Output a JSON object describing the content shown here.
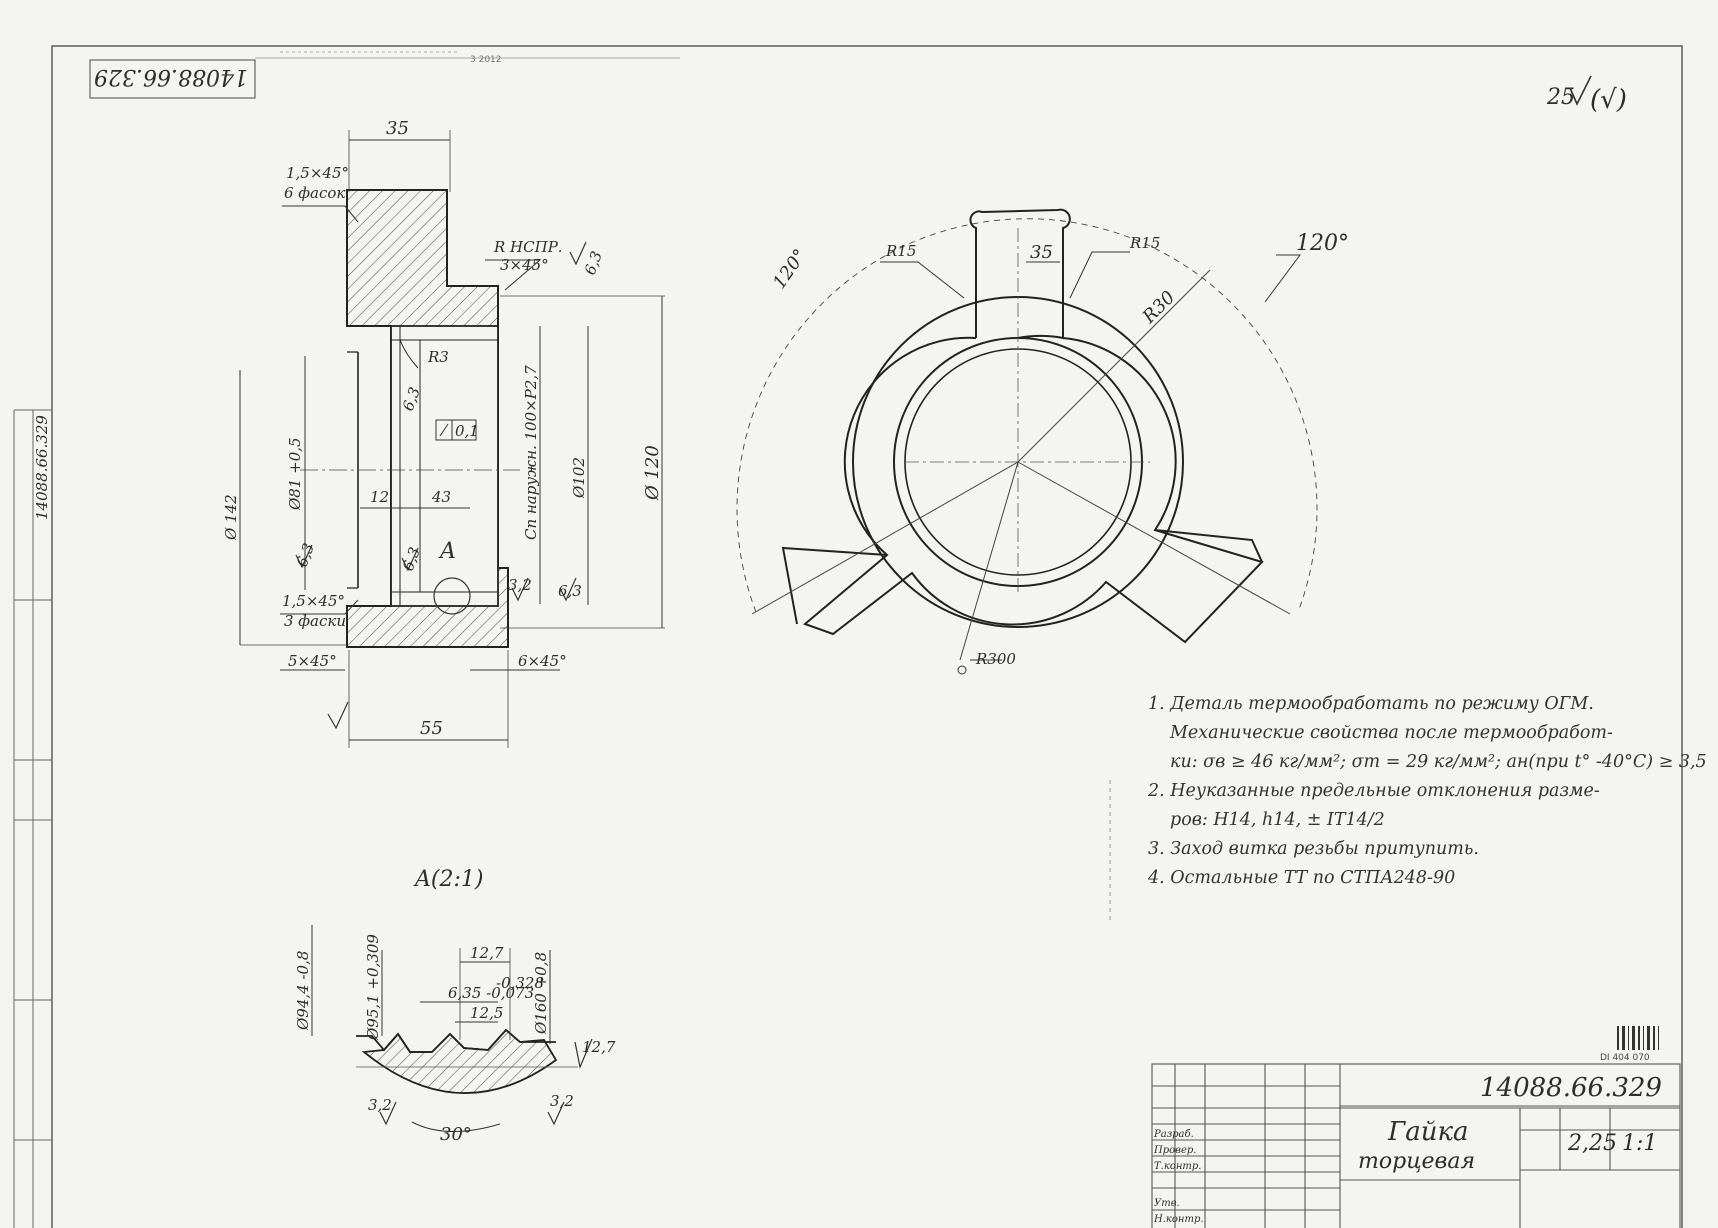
{
  "drawing_number": "14088.66.329",
  "roughness_general": "25",
  "roughness_general_mark": "(√)",
  "section_view": {
    "dims": {
      "len_35": "35",
      "chamfer_top": "1,5×45°",
      "chamfer_top_sub": "6 фасок",
      "relief": "R НСПР.",
      "relief_chamfer": "3×45°",
      "rough_63_a": "6,3",
      "r3": "R3",
      "rough_63_b": "6,3",
      "flatness": "0,1",
      "dia_81": "Ø81 +0,5",
      "dia_142": "Ø 142",
      "dia_thread": "Сп наружн. 100×Р2,7",
      "dia_102": "Ø102",
      "dia_120": "Ø 120",
      "len_12": "12",
      "len_43": "43",
      "detail_mark": "A",
      "rough_63_c": "6,3",
      "rough_63_d": "6,3",
      "rough_32": "3,2",
      "rough_63_e": "6,3",
      "chamfer_bot": "1,5×45°",
      "chamfer_bot_sub": "3 фаски",
      "chamfer_5": "5×45°",
      "chamfer_6": "6×45°",
      "len_55": "55"
    }
  },
  "end_view": {
    "dims": {
      "angle_left": "120°",
      "angle_right": "120°",
      "r15_left": "R15",
      "r15_right": "R15",
      "lug_35": "35",
      "r30": "R30",
      "r300": "R300"
    }
  },
  "detail_view": {
    "title": "A(2:1)",
    "dims": {
      "d_major": "Ø94,4 -0,8",
      "d_pitch": "Ø95,1 +0,309",
      "pitch": "12,7",
      "tooth": "6,35 -0,073",
      "tooth_sub": "-0,328",
      "gap": "12,5",
      "d_outer": "Ø160 +0,8",
      "rough_top": "12,7",
      "rough_left": "3,2",
      "rough_right": "3,2",
      "angle": "30°"
    }
  },
  "notes": [
    "1. Деталь термообработать по режиму ОГМ.",
    "Механические свойства после термообработ-",
    "ки: σв ≥ 46 кг/мм²; σт = 29 кг/мм²; ан(при t° -40°С) ≥ 3,5",
    "2. Неуказанные предельные отклонения разме-",
    "ров: Н14, h14, ± IT14/2",
    "3. Заход витка резьбы притупить.",
    "4. Остальные ТТ по СТПА248-90"
  ],
  "title_block": {
    "number": "14088.66.329",
    "name_line1": "Гайка",
    "name_line2": "торцевая",
    "mass": "2,25",
    "scale": "1:1",
    "roles": [
      "Разраб.",
      "Провер.",
      "Т.контр.",
      "Н.контр.",
      "Утв."
    ]
  },
  "stamp_code": "DI 404 070",
  "side_archive_number": "14088.66.329",
  "header_fragment": "3 2012"
}
